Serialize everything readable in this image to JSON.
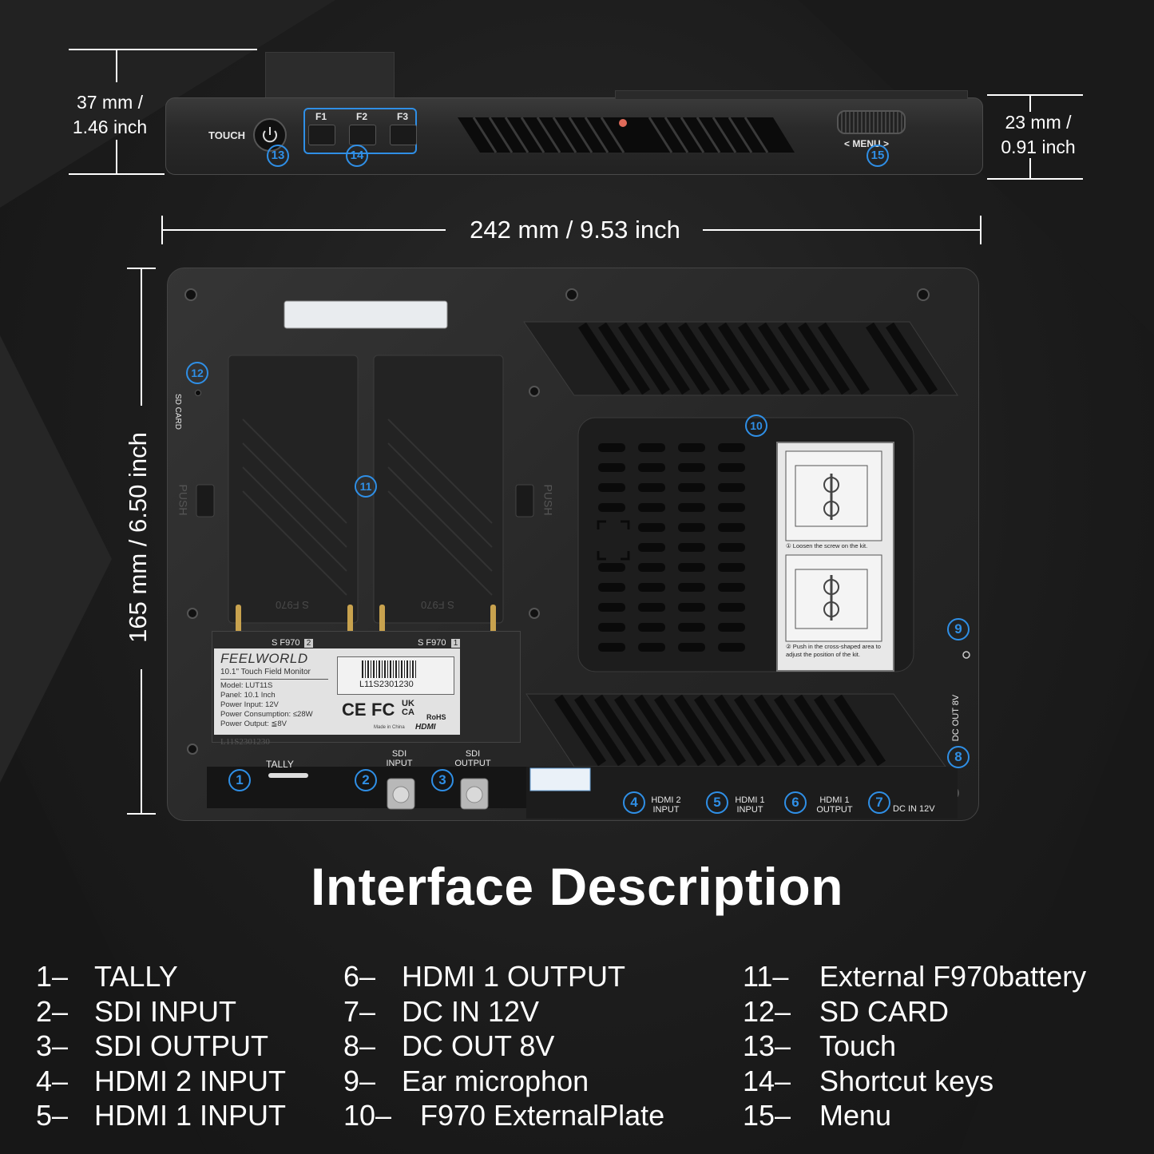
{
  "dimensions": {
    "height_left": "37 mm /\n1.46 inch",
    "height_right": "23 mm /\n0.91 inch",
    "width": "242 mm / 9.53 inch",
    "back_height": "165 mm / 6.50 inch"
  },
  "device_top": {
    "touch_label": "TOUCH",
    "f_keys": [
      "F1",
      "F2",
      "F3"
    ],
    "menu_label": "< MENU >"
  },
  "device_back": {
    "sd_card_label": "SD CARD",
    "push_label": "PUSH",
    "bay_label": "S F970",
    "slot2_label": "S F970",
    "slot2_num": "2",
    "slot1_label": "S F970",
    "slot1_num": "1",
    "brand": "FEELWORLD",
    "product_name": "10.1\" Touch Field Monitor",
    "specs": [
      "Model: LUT11S",
      "Panel: 10.1 Inch",
      "Power Input: 12V",
      "Power Consumption: ≤28W",
      "Power Output: ≦8V"
    ],
    "serial": "L11S2301230",
    "made_in": "Made in China",
    "cert_ce": "CE",
    "cert_fc": "FC",
    "cert_ukca": "UK\nCA",
    "cert_rohs": "RoHS",
    "cert_hdmi": "HDMI",
    "serial_engraved": "L11S2301230",
    "port_tally": "TALLY",
    "port_sdi_in": "SDI\nINPUT",
    "port_sdi_out": "SDI\nOUTPUT",
    "port_hdmi2_in": "HDMI 2\nINPUT",
    "port_hdmi1_in": "HDMI 1\nINPUT",
    "port_hdmi1_out": "HDMI 1\nOUTPUT",
    "port_dc_in": "DC IN 12V",
    "port_dc_out": "DC OUT 8V",
    "plate_note1": "① Loosen the screw on the kit.",
    "plate_note2": "② Push in the cross-shaped area to adjust the position of the kit."
  },
  "badges": [
    "1",
    "2",
    "3",
    "4",
    "5",
    "6",
    "7",
    "8",
    "9",
    "10",
    "11",
    "12",
    "13",
    "14",
    "15"
  ],
  "title": "Interface Description",
  "legend": {
    "col1": [
      {
        "num": "1–",
        "label": "TALLY"
      },
      {
        "num": "2–",
        "label": "SDI INPUT"
      },
      {
        "num": "3–",
        "label": "SDI OUTPUT"
      },
      {
        "num": "4–",
        "label": "HDMI 2 INPUT"
      },
      {
        "num": "5–",
        "label": "HDMI 1 INPUT"
      }
    ],
    "col2": [
      {
        "num": "6–",
        "label": "HDMI 1 OUTPUT"
      },
      {
        "num": "7–",
        "label": "DC IN 12V"
      },
      {
        "num": "8–",
        "label": "DC OUT 8V"
      },
      {
        "num": "9–",
        "label": "Ear microphon"
      },
      {
        "num": "10–",
        "label": "F970 ExternalPlate"
      }
    ],
    "col3": [
      {
        "num": "11–",
        "label": "External F970battery"
      },
      {
        "num": "12–",
        "label": "SD CARD"
      },
      {
        "num": "13–",
        "label": "Touch"
      },
      {
        "num": "14–",
        "label": "Shortcut keys"
      },
      {
        "num": "15–",
        "label": "Menu"
      }
    ]
  },
  "colors": {
    "badge": "#2f8fe6",
    "background": "#1c1c1c",
    "device_body": "#2a2a2a",
    "text": "#ffffff"
  }
}
